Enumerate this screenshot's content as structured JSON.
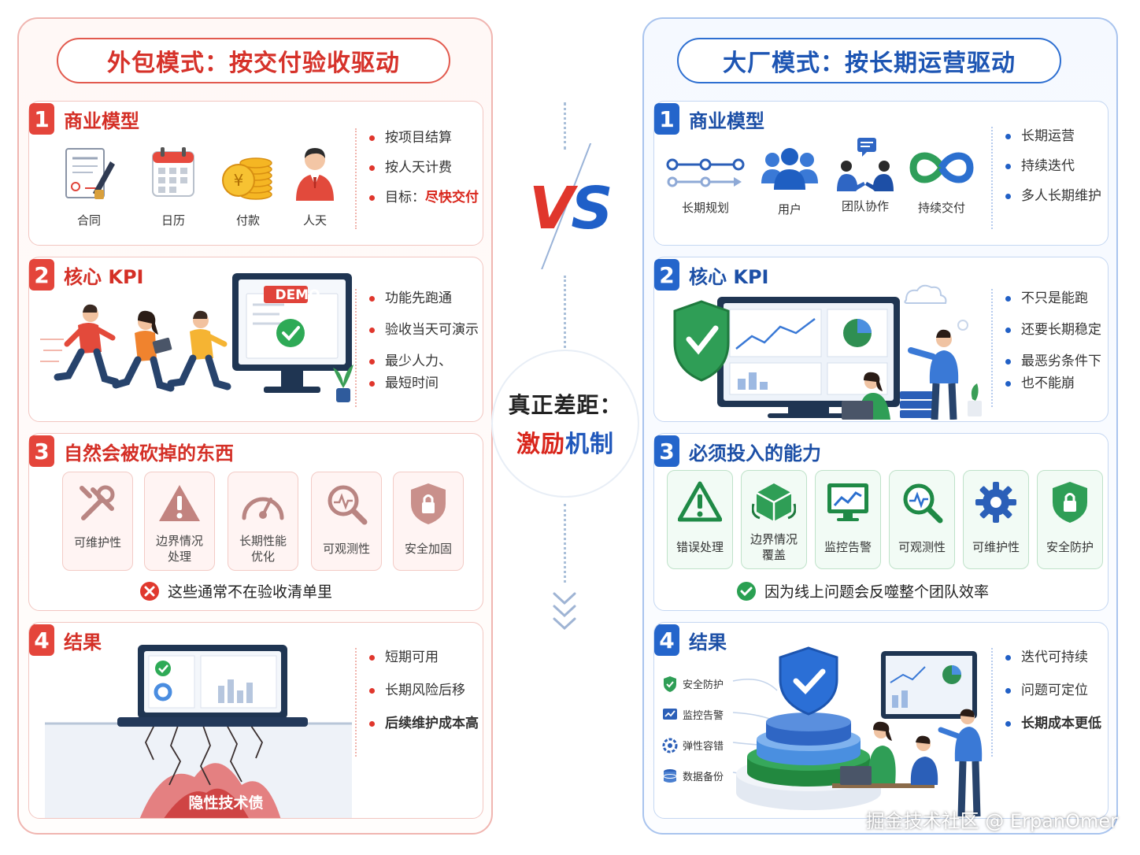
{
  "left": {
    "title": "外包模式：按交付验收驱动",
    "s1": {
      "num": "1",
      "title": "商业模型",
      "icons": [
        {
          "label": "合同",
          "icon": "contract-icon"
        },
        {
          "label": "日历",
          "icon": "calendar-icon"
        },
        {
          "label": "付款",
          "icon": "coins-icon"
        },
        {
          "label": "人天",
          "icon": "person-icon"
        }
      ],
      "bullets": [
        "按项目结算",
        "按人天计费"
      ],
      "goal_prefix": "目标：",
      "goal_highlight": "尽快交付"
    },
    "s2": {
      "num": "2",
      "title": "核心 KPI",
      "demo_label": "DEMO",
      "bullets": [
        "功能先跑通",
        "验收当天可演示",
        "最少人力、",
        "最短时间"
      ]
    },
    "s3": {
      "num": "3",
      "title": "自然会被砍掉的东西",
      "tiles": [
        {
          "label": "可维护性",
          "icon": "wrench-icon"
        },
        {
          "label": "边界情况\n处理",
          "icon": "warning-icon"
        },
        {
          "label": "长期性能\n优化",
          "icon": "gauge-icon"
        },
        {
          "label": "可观测性",
          "icon": "magnifier-icon"
        },
        {
          "label": "安全加固",
          "icon": "shield-lock-icon"
        }
      ],
      "note": "这些通常不在验收清单里"
    },
    "s4": {
      "num": "4",
      "title": "结果",
      "debt_label": "隐性技术债",
      "bullets": [
        "短期可用",
        "长期风险后移"
      ],
      "highlight": "后续维护成本高"
    }
  },
  "right": {
    "title": "大厂模式：按长期运营驱动",
    "s1": {
      "num": "1",
      "title": "商业模型",
      "icons": [
        {
          "label": "长期规划",
          "icon": "timeline-icon"
        },
        {
          "label": "用户",
          "icon": "users-icon"
        },
        {
          "label": "团队协作",
          "icon": "team-icon"
        },
        {
          "label": "持续交付",
          "icon": "infinity-icon"
        }
      ],
      "bullets": [
        "长期运营",
        "持续迭代",
        "多人长期维护"
      ]
    },
    "s2": {
      "num": "2",
      "title": "核心 KPI",
      "bullets": [
        "不只是能跑",
        "还要长期稳定",
        "最恶劣条件下",
        "也不能崩"
      ]
    },
    "s3": {
      "num": "3",
      "title": "必须投入的能力",
      "tiles": [
        {
          "label": "错误处理",
          "icon": "warning-icon"
        },
        {
          "label": "边界情况\n覆盖",
          "icon": "cube-icon"
        },
        {
          "label": "监控告警",
          "icon": "monitor-chart-icon"
        },
        {
          "label": "可观测性",
          "icon": "magnifier-icon"
        },
        {
          "label": "可维护性",
          "icon": "gear-icon"
        },
        {
          "label": "安全防护",
          "icon": "shield-lock-icon"
        }
      ],
      "note": "因为线上问题会反噬整个团队效率"
    },
    "s4": {
      "num": "4",
      "title": "结果",
      "layers": [
        "安全防护",
        "监控告警",
        "弹性容错",
        "数据备份"
      ],
      "bullets": [
        "迭代可持续",
        "问题可定位"
      ],
      "highlight": "长期成本更低"
    }
  },
  "center": {
    "vs": "VS",
    "line1": "真正差距：",
    "line2_a": "激励",
    "line2_b": "机制"
  },
  "watermark": "掘金技术社区 @ ErpanOmer"
}
